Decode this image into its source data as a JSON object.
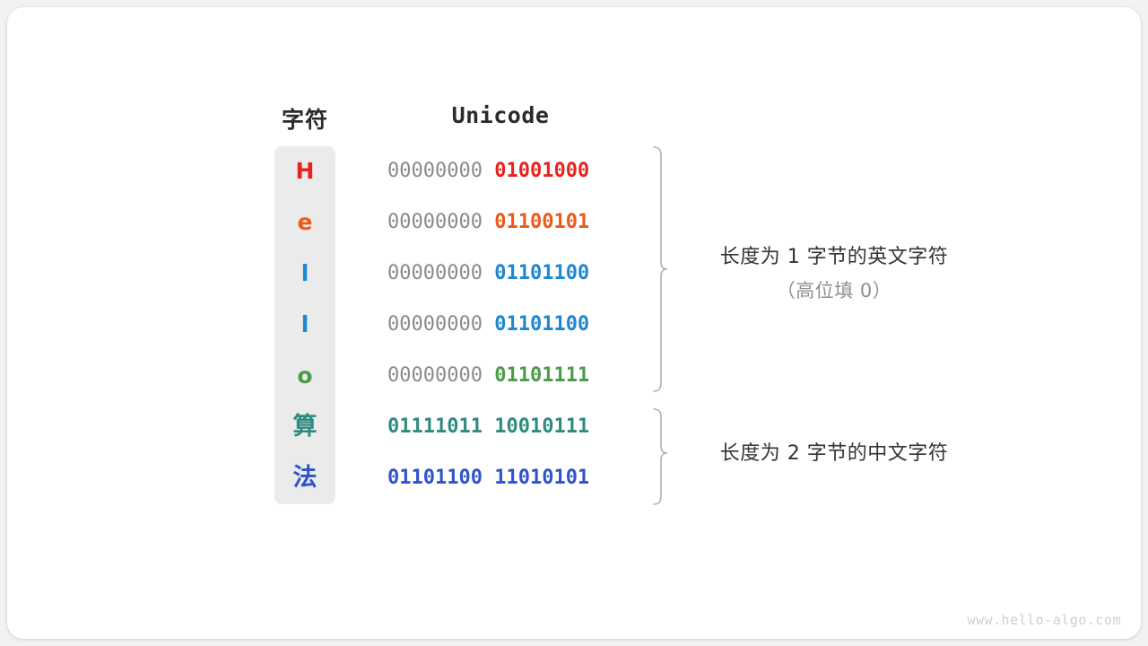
{
  "headers": {
    "char": "字符",
    "unicode": "Unicode"
  },
  "rows": [
    {
      "char": "H",
      "script": "latin",
      "color": "#E8231E",
      "high": "00000000",
      "low": "01001000",
      "high_colored": false
    },
    {
      "char": "e",
      "script": "latin",
      "color": "#EC5A1C",
      "high": "00000000",
      "low": "01100101",
      "high_colored": false
    },
    {
      "char": "l",
      "script": "latin",
      "color": "#1F87D0",
      "high": "00000000",
      "low": "01101100",
      "high_colored": false
    },
    {
      "char": "l",
      "script": "latin",
      "color": "#1F87D0",
      "high": "00000000",
      "low": "01101100",
      "high_colored": false
    },
    {
      "char": "o",
      "script": "latin",
      "color": "#4A9B4A",
      "high": "00000000",
      "low": "01101111",
      "high_colored": false
    },
    {
      "char": "算",
      "script": "cjk",
      "color": "#2E8B7F",
      "high": "01111011",
      "low": "10010111",
      "high_colored": true
    },
    {
      "char": "法",
      "script": "cjk",
      "color": "#2F54C8",
      "high": "01101100",
      "low": "11010101",
      "high_colored": true
    }
  ],
  "annotations": [
    {
      "line1": "长度为 1 字节的英文字符",
      "line2": "（高位填 0）"
    },
    {
      "line1": "长度为 2 字节的中文字符",
      "line2": ""
    }
  ],
  "watermark": "www.hello-algo.com",
  "colors": {
    "card_background": "#ffffff",
    "page_background": "#f2f2f2",
    "char_panel": "#ebebeb",
    "high_byte_gray": "#8a8a8a",
    "brace_stroke": "#b0b0b0",
    "annotation_primary": "#333333",
    "annotation_secondary": "#8f8f8f",
    "header_text": "#2b2b2b",
    "watermark": "#cfcfcf"
  }
}
